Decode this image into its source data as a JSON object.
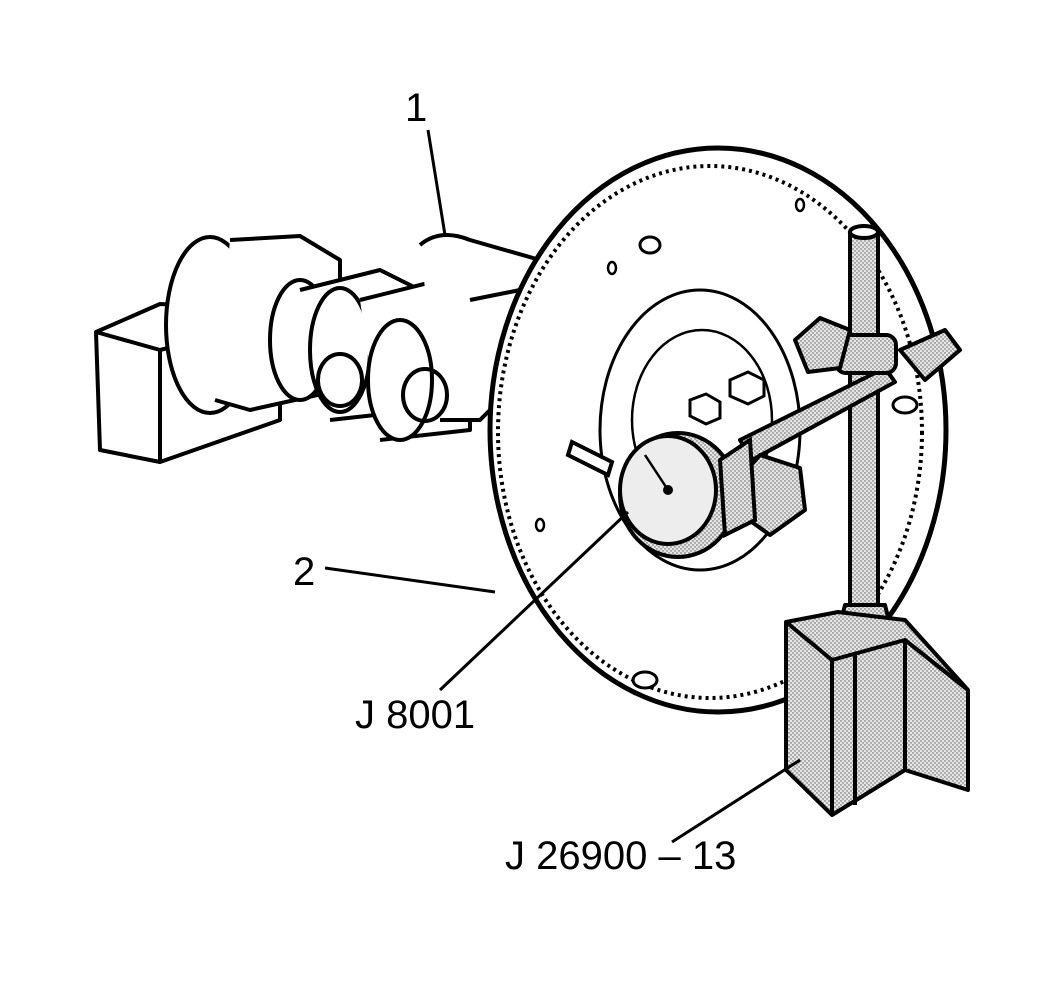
{
  "callouts": {
    "item_1": "1",
    "item_2": "2",
    "dial_indicator": "J 8001",
    "magnetic_base": "J 26900 – 13"
  },
  "colors": {
    "line": "#000000",
    "shading": "#cfcfcf",
    "background": "#ffffff"
  }
}
